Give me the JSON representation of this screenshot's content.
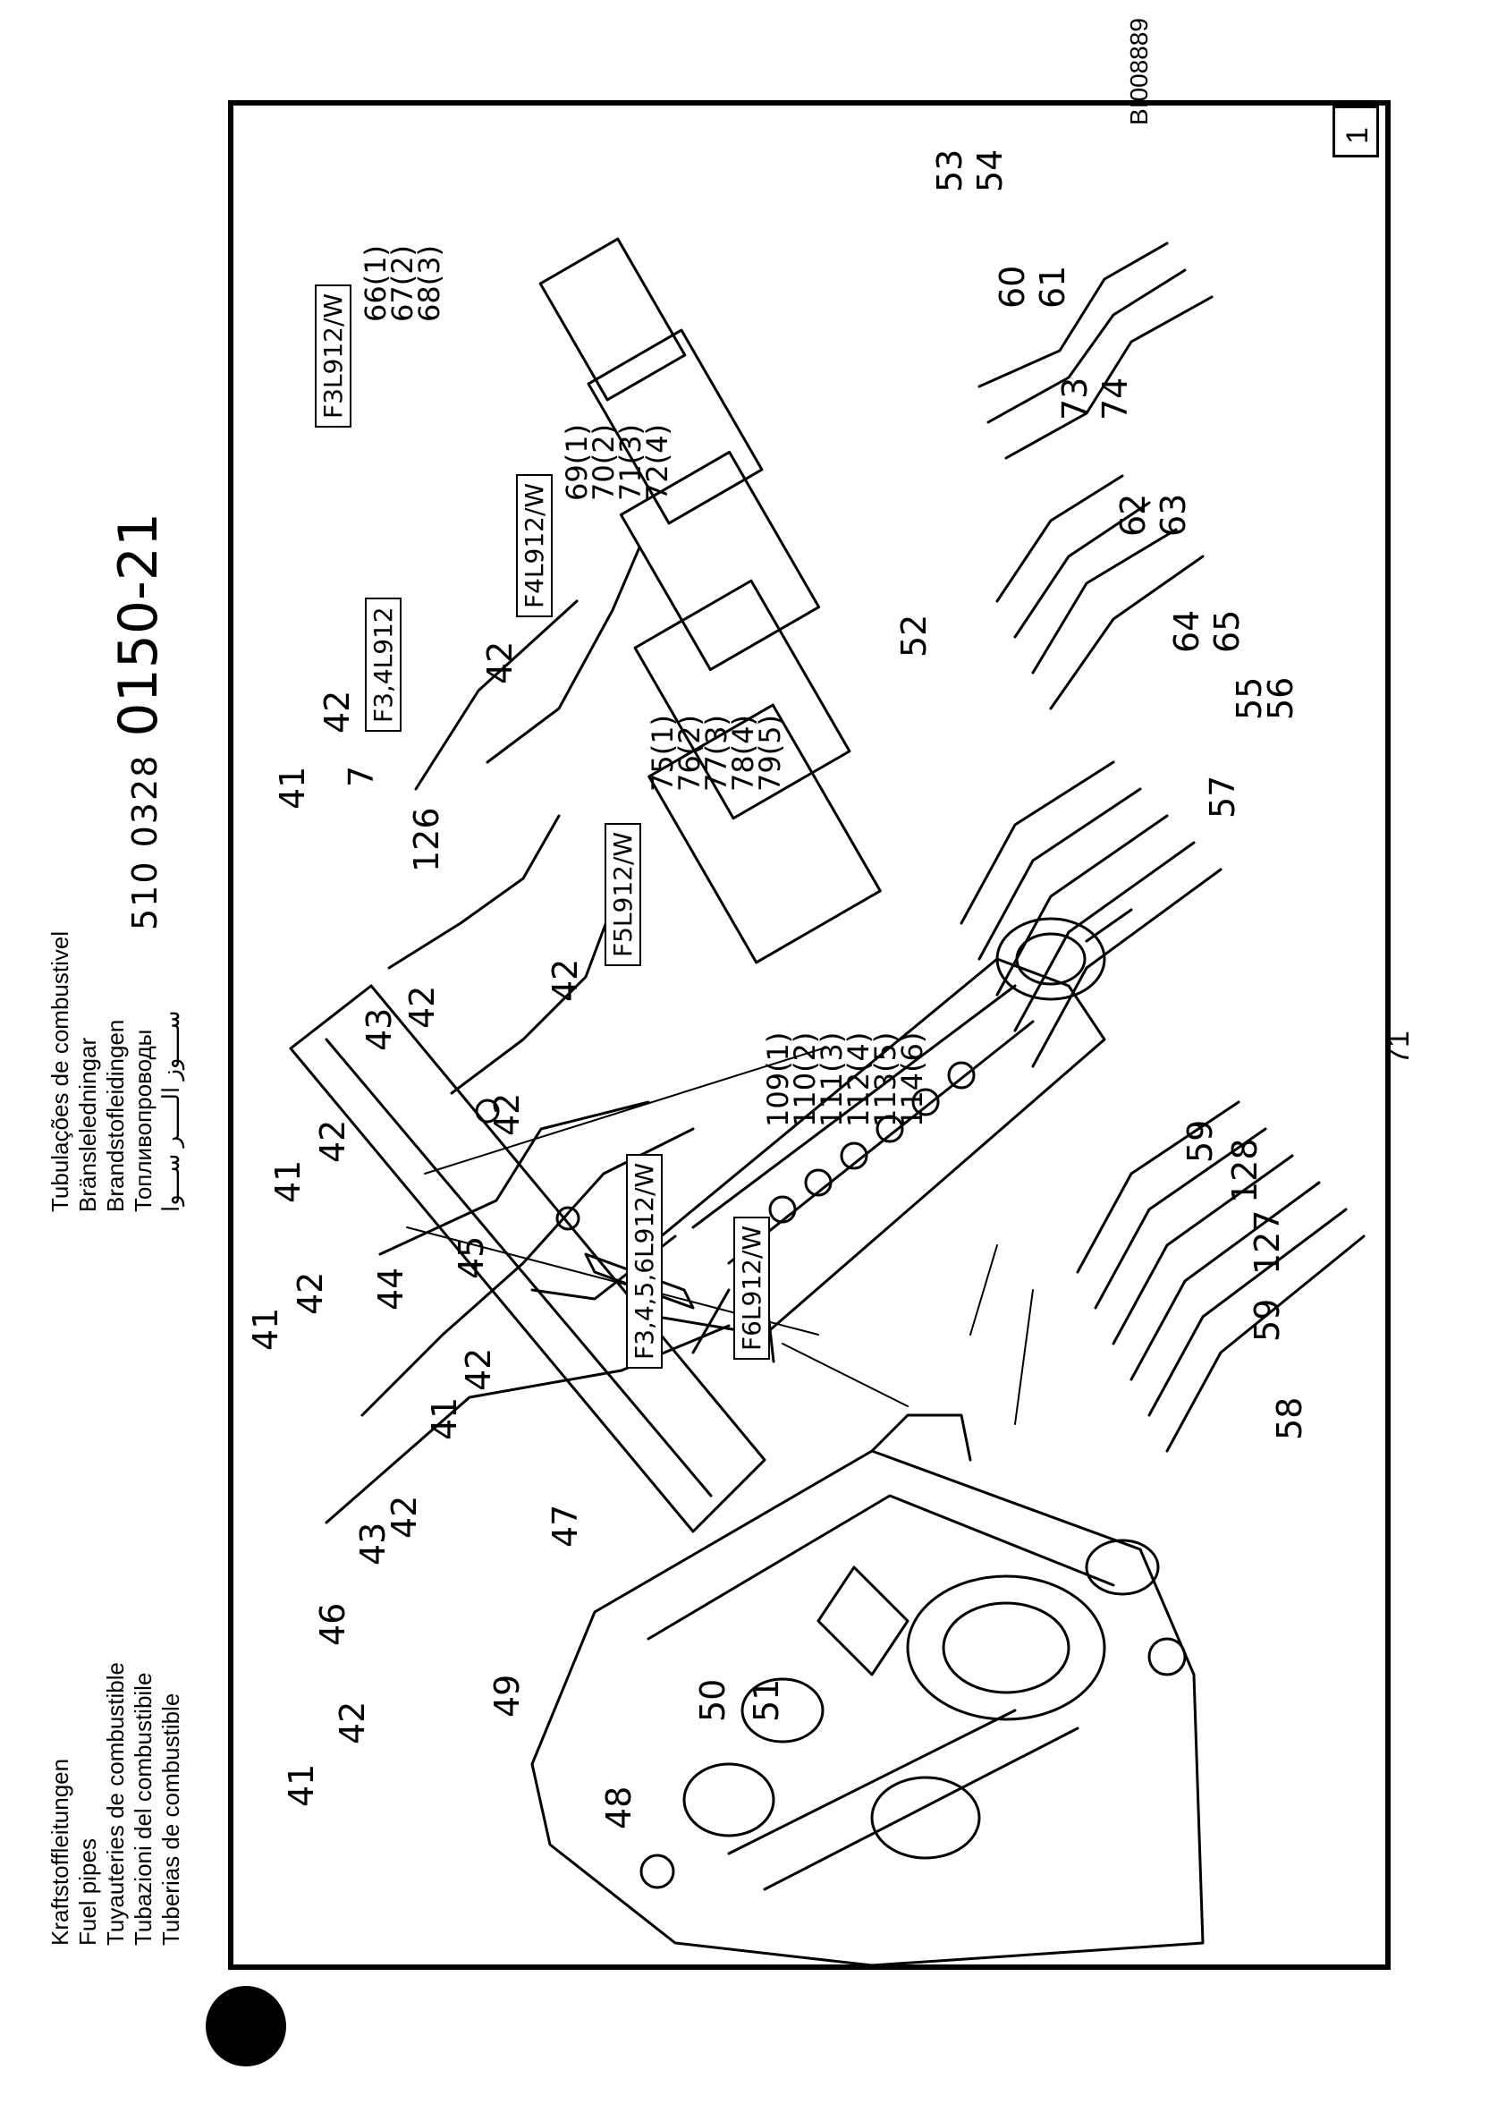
{
  "header": {
    "titles_left": [
      "Kraftstoffleitungen",
      "Fuel pipes",
      "Tuyauteries de combustible",
      "Tubazioni del combustibile",
      "Tuberias de combustible"
    ],
    "titles_right": [
      "Tubulações de combustivel",
      "Bränsleledningar",
      "Brandstofleidingen",
      "Топливопроводы",
      "ســــوز الـــــر ســـوا"
    ],
    "catalog_prefix": "510 0328",
    "catalog_number": "0150-21",
    "sheet_number": "1",
    "drawing_id": "BI008889",
    "page_number": "71"
  },
  "variant_boxes": {
    "f34": "F3,4L912",
    "f3": "F3L912/W",
    "f4": "F4L912/W",
    "f5": "F5L912/W",
    "f6": "F6L912/W",
    "f3456": "F3,4,5,6L912/W"
  },
  "variant_lists": {
    "f3": [
      "66(1)",
      "67(2)",
      "68(3)"
    ],
    "f4": [
      "69(1)",
      "70(2)",
      "71(3)",
      "72(4)"
    ],
    "f5": [
      "75(1)",
      "76(2)",
      "77(3)",
      "78(4)",
      "79(5)"
    ],
    "f6": [
      "109(1)",
      "110(2)",
      "111(3)",
      "112(4)",
      "113(5)",
      "114(6)"
    ]
  },
  "callouts": {
    "c41a": "41",
    "c42a": "42",
    "c46": "46",
    "c43a": "43",
    "c42b": "42",
    "c41b": "41",
    "c42c": "42",
    "c47": "47",
    "c48": "48",
    "c49": "49",
    "c50": "50",
    "c51": "51",
    "c41c": "41",
    "c42d": "42",
    "c44": "44",
    "c45": "45",
    "c41d": "41",
    "c42e": "42",
    "c42f": "42",
    "c43b": "43",
    "c42g": "42",
    "c42h": "42",
    "c126": "126",
    "c41e": "41",
    "c42i": "42",
    "c7": "7",
    "c42j": "42",
    "c52": "52",
    "c53": "53",
    "c54": "54",
    "c60": "60",
    "c61": "61",
    "c73": "73",
    "c74": "74",
    "c62": "62",
    "c63": "63",
    "c64": "64",
    "c65": "65",
    "c55": "55",
    "c56": "56",
    "c57": "57",
    "c58": "58",
    "c59a": "59",
    "c127": "127",
    "c128": "128",
    "c59b": "59"
  }
}
